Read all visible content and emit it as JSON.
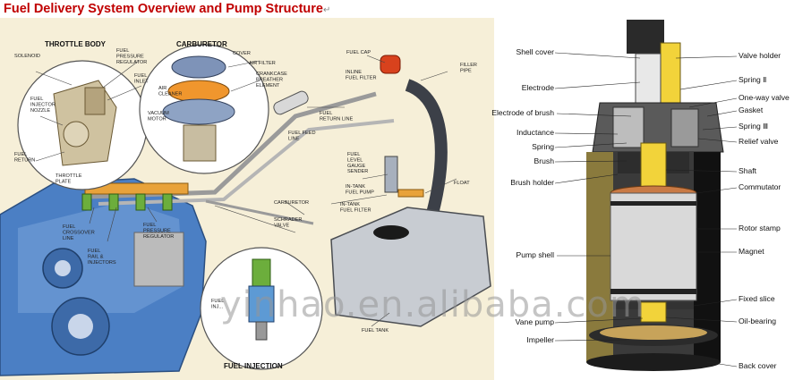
{
  "title": "Fuel Delivery  System Overview and Pump Structure",
  "title_mark": "↵",
  "watermark": "yinhao.en.alibaba.com",
  "colors": {
    "title": "#c00000",
    "engine_blue": "#4b7fc4",
    "fuel_rail": "#e8a23a",
    "injector_green": "#6cae3c",
    "carburetor_orange": "#f0962d",
    "fuel_cap": "#d8421d",
    "pump_yellow": "#f2d33a",
    "commutator": "#c97a45",
    "background_panel": "#f6efd8"
  },
  "left": {
    "throttle_body": "THROTTLE BODY",
    "carburetor": "CARBURETOR",
    "fuel_injection": "FUEL INJECTION",
    "labels": {
      "solenoid": "SOLENOID",
      "fuel_pressure_regulator_top": [
        "FUEL",
        "PRESSURE",
        "REGULATOR"
      ],
      "fuel_inlet": [
        "FUEL",
        "INLET"
      ],
      "fuel_injector_nozzle": [
        "FUEL",
        "INJECTOR",
        "NOZZLE"
      ],
      "fuel_return": [
        "FUEL",
        "RETURN"
      ],
      "throttle_plate": [
        "THROTTLE",
        "PLATE"
      ],
      "cover": "COVER",
      "air_filter": "AIR FILTER",
      "crankcase": [
        "CRANKCASE",
        "BREATHER",
        "ELEMENT"
      ],
      "air_cleaner": [
        "AIR",
        "CLEANER"
      ],
      "vacuum_motor": [
        "VACUUM",
        "MOTOR"
      ],
      "fuel_cap": "FUEL CAP",
      "inline_fuel_filter": [
        "INLINE",
        "FUEL FILTER"
      ],
      "filler_pipe": [
        "FILLER",
        "PIPE"
      ],
      "fuel_return_line": [
        "FUEL",
        "RETURN LINE"
      ],
      "fuel_feed_line": [
        "FUEL FEED",
        "LINE"
      ],
      "fuel_level_gauge_sender": [
        "FUEL",
        "LEVEL",
        "GAUGE",
        "SENDER"
      ],
      "float": "FLOAT",
      "in_tank_fuel_pump": [
        "IN-TANK",
        "FUEL PUMP"
      ],
      "in_tank_fuel_filter": [
        "IN-TANK",
        "FUEL FILTER"
      ],
      "carburetor_lbl": "CARBURETOR",
      "schrader_valve": [
        "SCHRADER",
        "VALVE"
      ],
      "fuel_crossover_line": [
        "FUEL",
        "CROSSOVER",
        "LINE"
      ],
      "fuel_rail_injectors": [
        "FUEL",
        "RAIL &",
        "INJECTORS"
      ],
      "fuel_pressure_regulator_bottom": [
        "FUEL",
        "PRESSURE",
        "REGULATOR"
      ],
      "fuel_tank": "FUEL TANK",
      "fuel_injection_inset": [
        "FUEL",
        "INJ..."
      ]
    }
  },
  "pump_labels_left": [
    "Shell cover",
    "Electrode",
    "Electrode of brush",
    "Inductance",
    "Spring",
    "Brush",
    "Brush holder",
    "Pump shell",
    "Vane pump",
    "Impeller"
  ],
  "pump_labels_right": [
    "Valve holder",
    "Spring Ⅱ",
    "One-way valve",
    "Gasket",
    "Spring Ⅲ",
    "Relief valve",
    "Shaft",
    "Commutator",
    "Rotor stamp",
    "Magnet",
    "Fixed slice",
    "Oil-bearing",
    "Back cover"
  ]
}
